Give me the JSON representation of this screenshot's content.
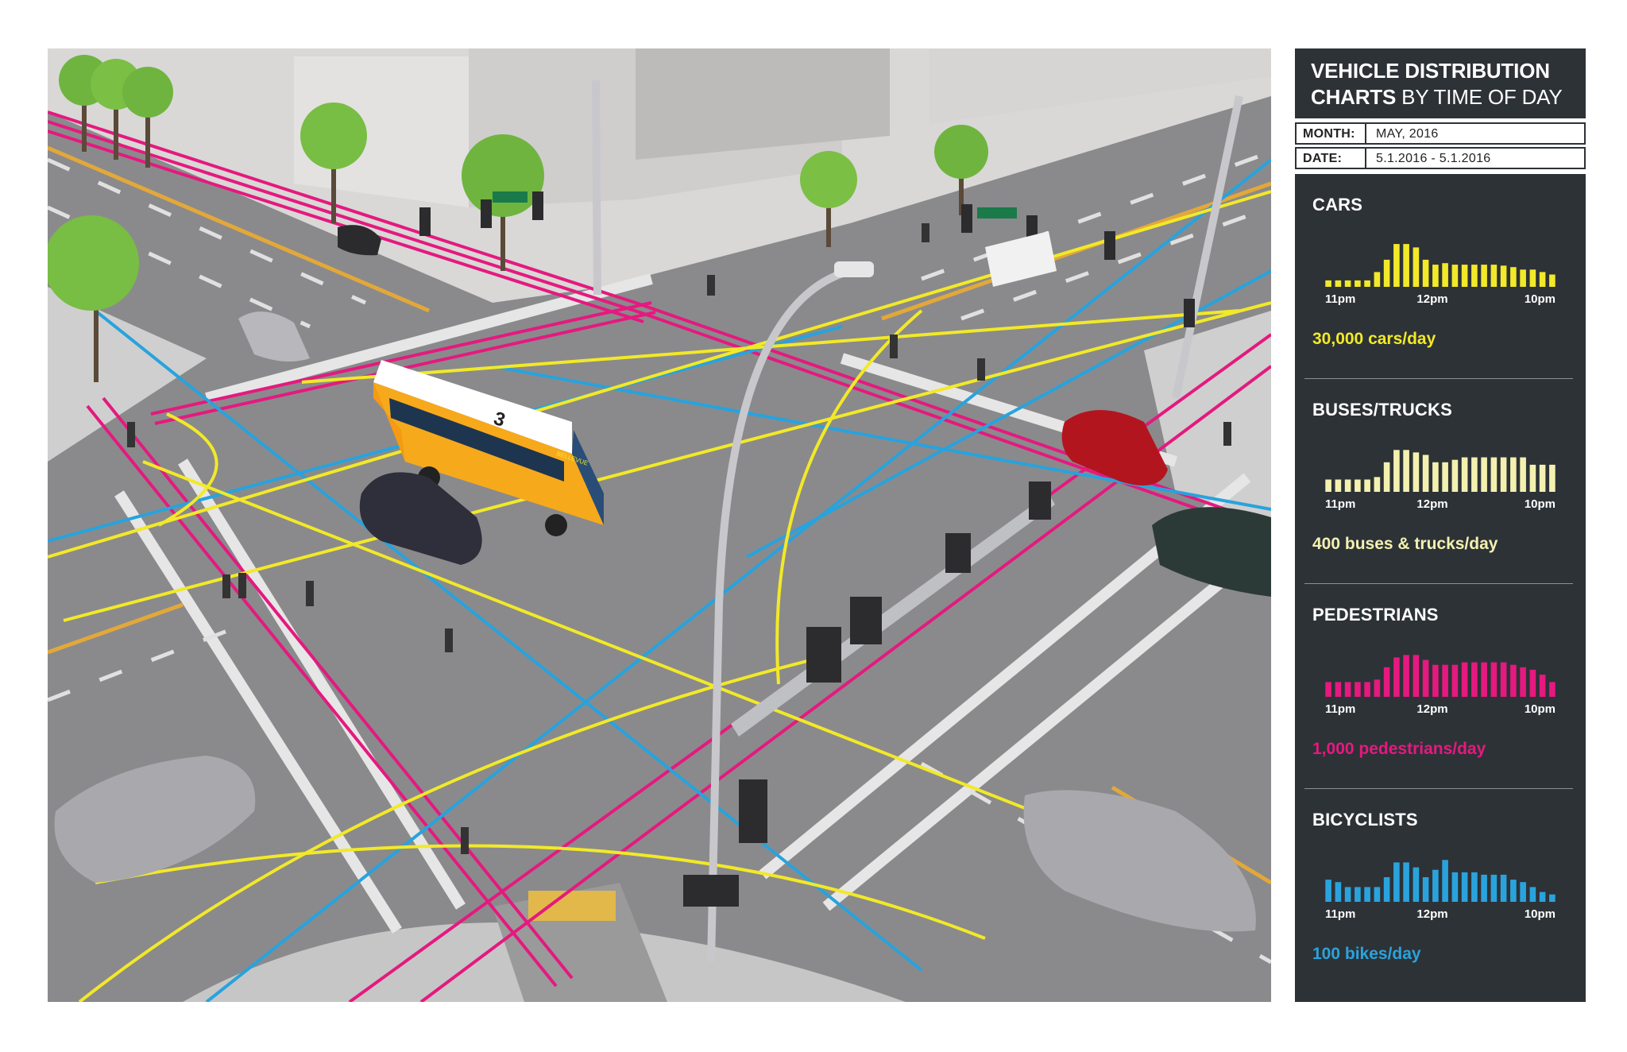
{
  "panel": {
    "title_bold_1": "VEHICLE DISTRIBUTION",
    "title_bold_2": "CHARTS",
    "title_light_2": "BY TIME OF DAY",
    "month_label": "MONTH:",
    "month_value": "MAY, 2016",
    "date_label": "DATE:",
    "date_value": "5.1.2016 - 5.1.2016"
  },
  "chart_data": [
    {
      "type": "bar",
      "title": "CARS",
      "tick_labels": [
        "11pm",
        "12pm",
        "10pm"
      ],
      "values": [
        0.13,
        0.13,
        0.13,
        0.13,
        0.13,
        0.3,
        0.55,
        0.87,
        0.87,
        0.8,
        0.55,
        0.45,
        0.48,
        0.45,
        0.45,
        0.45,
        0.45,
        0.45,
        0.43,
        0.4,
        0.35,
        0.35,
        0.3,
        0.25
      ],
      "color": "#f2e928",
      "summary": "30,000 cars/day"
    },
    {
      "type": "bar",
      "title": "BUSES/TRUCKS",
      "tick_labels": [
        "11pm",
        "12pm",
        "10pm"
      ],
      "values": [
        0.25,
        0.25,
        0.25,
        0.25,
        0.25,
        0.3,
        0.6,
        0.85,
        0.85,
        0.8,
        0.75,
        0.6,
        0.6,
        0.65,
        0.7,
        0.7,
        0.7,
        0.7,
        0.7,
        0.7,
        0.7,
        0.55,
        0.55,
        0.55
      ],
      "color": "#f4f1b0",
      "summary": "400 buses & trucks/day"
    },
    {
      "type": "bar",
      "title": "PEDESTRIANS",
      "tick_labels": [
        "11pm",
        "12pm",
        "10pm"
      ],
      "values": [
        0.3,
        0.3,
        0.3,
        0.3,
        0.3,
        0.35,
        0.6,
        0.8,
        0.85,
        0.85,
        0.75,
        0.65,
        0.65,
        0.65,
        0.7,
        0.7,
        0.7,
        0.7,
        0.7,
        0.65,
        0.6,
        0.55,
        0.45,
        0.3
      ],
      "color": "#e5197f",
      "summary": "1,000 pedestrians/day"
    },
    {
      "type": "bar",
      "title": "BICYCLISTS",
      "tick_labels": [
        "11pm",
        "12pm",
        "10pm"
      ],
      "values": [
        0.45,
        0.4,
        0.3,
        0.3,
        0.3,
        0.3,
        0.5,
        0.8,
        0.8,
        0.7,
        0.5,
        0.65,
        0.85,
        0.6,
        0.6,
        0.6,
        0.55,
        0.55,
        0.55,
        0.45,
        0.4,
        0.3,
        0.2,
        0.15
      ],
      "color": "#2aa3dd",
      "summary": "100 bikes/day"
    }
  ],
  "bus": {
    "number": "3",
    "sign": "BELLEVUE"
  }
}
